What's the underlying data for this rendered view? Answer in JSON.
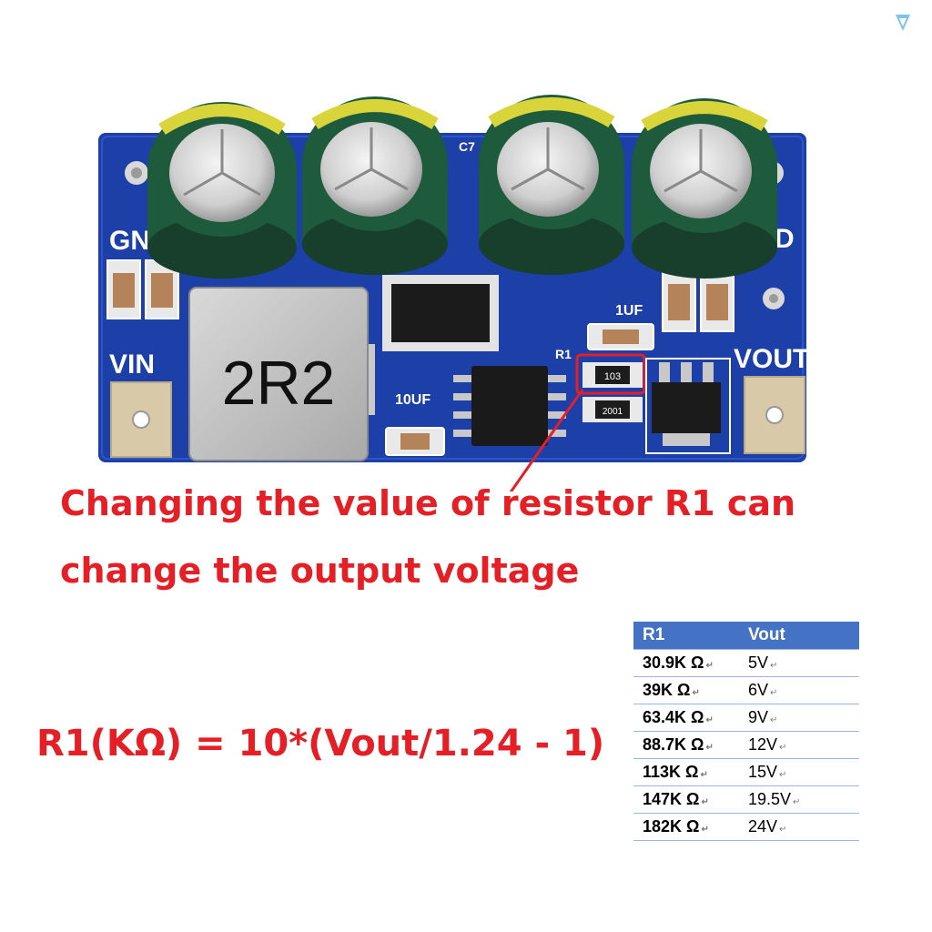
{
  "board": {
    "pad_gnd_left": "GND",
    "pad_gnd_right": "GND",
    "pad_vin": "VIN",
    "pad_vout": "VOUT",
    "inductor_marking": "2R2",
    "label_c7": "C7",
    "label_r1": "R1",
    "label_1uf": "1UF",
    "label_10uf": "10UF",
    "resistor_top_marking": "103",
    "resistor_bottom_marking": "2001"
  },
  "caption": {
    "line1": "Changing the value of resistor R1 can",
    "line2": "change the output voltage"
  },
  "formula": "R1(KΩ) = 10*(Vout/1.24 - 1)",
  "table": {
    "headers": [
      "R1",
      "Vout"
    ],
    "rows": [
      {
        "r1": "30.9K Ω",
        "vout": "5V"
      },
      {
        "r1": "39K Ω",
        "vout": "6V"
      },
      {
        "r1": "63.4K Ω",
        "vout": "9V"
      },
      {
        "r1": "88.7K Ω",
        "vout": "12V"
      },
      {
        "r1": "113K Ω",
        "vout": "15V"
      },
      {
        "r1": "147K Ω",
        "vout": "19.5V"
      },
      {
        "r1": "182K Ω",
        "vout": "24V"
      }
    ]
  },
  "colors": {
    "pcb": "#1c3fa8",
    "capacitor": "#1e5a3c",
    "caption": "#e41f26",
    "table_header": "#4472c4"
  }
}
